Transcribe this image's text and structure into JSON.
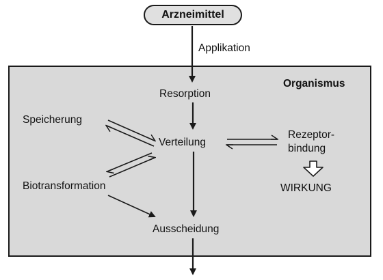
{
  "drug": "Arzneimittel",
  "application": "Applikation",
  "organism": "Organismus",
  "nodes": {
    "resorption": "Resorption",
    "storage": "Speicherung",
    "distribution": "Verteilung",
    "receptor_line1": "Rezeptor-",
    "receptor_line2": "bindung",
    "biotransformation": "Biotransformation",
    "effect": "WIRKUNG",
    "excretion": "Ausscheidung"
  },
  "colors": {
    "box_fill": "#d9d9d9",
    "pill_fill": "#e0e0e0",
    "stroke": "#1a1a1a"
  }
}
